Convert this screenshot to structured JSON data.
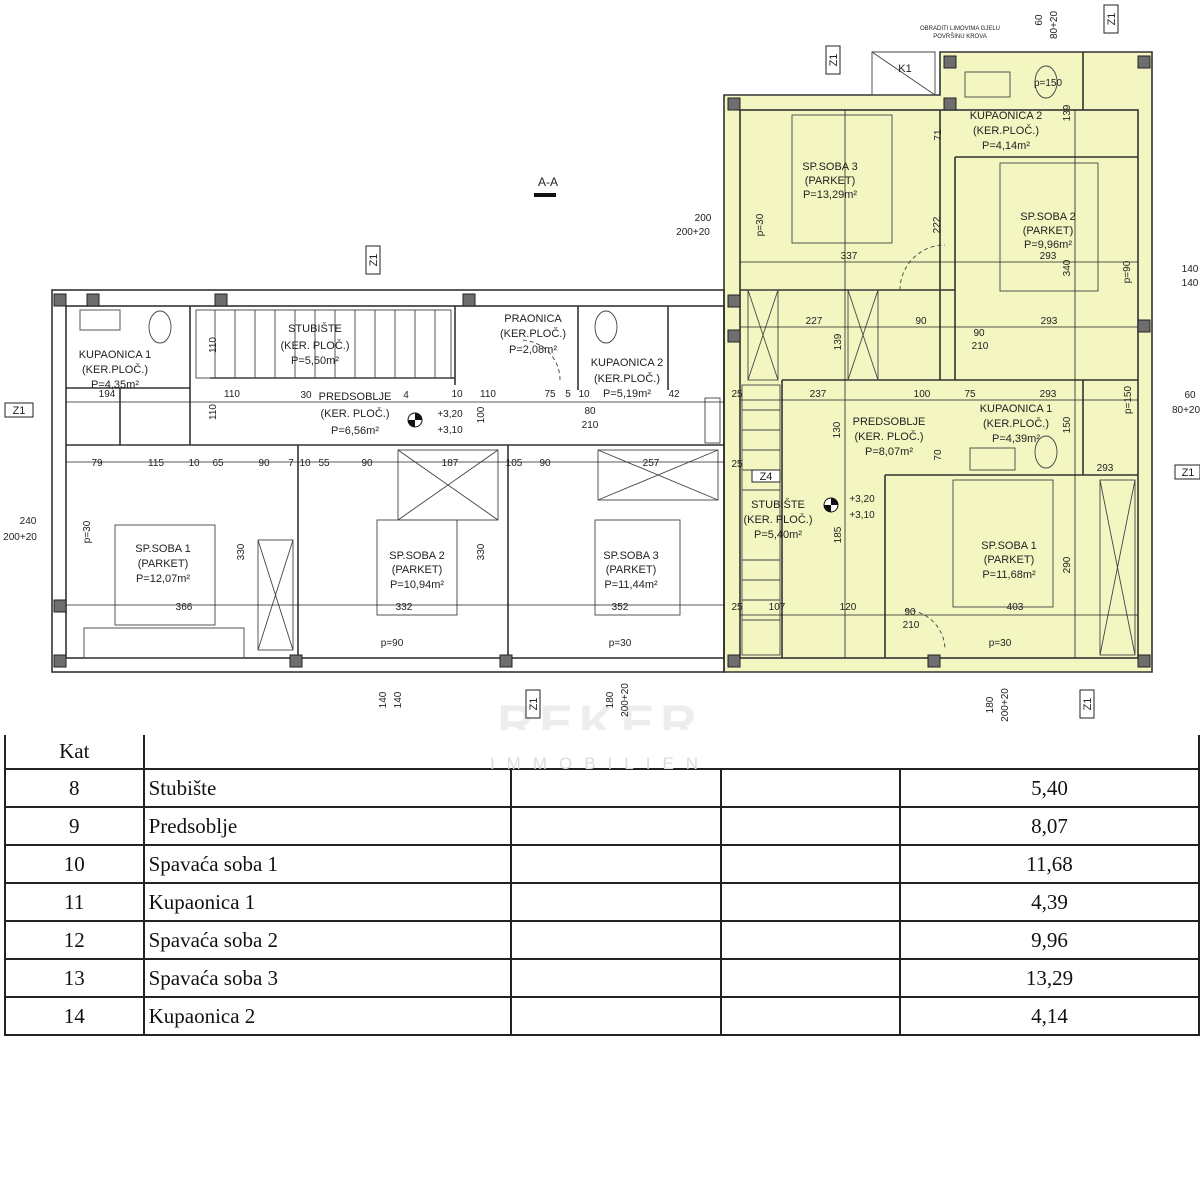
{
  "plan": {
    "section_marker": "A-A",
    "roof_note": [
      "OBRADITI LIMOVIMA GJELU",
      "POVRŠINU KROVA"
    ],
    "wall_tag_z1": "Z1",
    "wall_tag_z4": "Z4",
    "roof_tag": "K1",
    "elevation_top": "+3,20",
    "elevation_bottom": "+3,10",
    "left_unit": [
      {
        "name": "KUPAONICA 1",
        "floor": "(KER.PLOČ.)",
        "area": "P=4,35m²"
      },
      {
        "name": "STUBIŠTE",
        "floor": "(KER. PLOČ.)",
        "area": "P=5,50m²"
      },
      {
        "name": "PRAONICA",
        "floor": "(KER.PLOČ.)",
        "area": "P=2,08m²"
      },
      {
        "name": "KUPAONICA 2",
        "floor": "(KER.PLOČ.)",
        "area": "P=5,19m²"
      },
      {
        "name": "PREDSOBLJE",
        "floor": "(KER. PLOČ.)",
        "area": "P=6,56m²"
      },
      {
        "name": "SP.SOBA 1",
        "floor": "(PARKET)",
        "area": "P=12,07m²"
      },
      {
        "name": "SP.SOBA 2",
        "floor": "(PARKET)",
        "area": "P=10,94m²"
      },
      {
        "name": "SP.SOBA 3",
        "floor": "(PARKET)",
        "area": "P=11,44m²"
      }
    ],
    "right_unit": [
      {
        "name": "SP.SOBA 3",
        "floor": "(PARKET)",
        "area": "P=13,29m²"
      },
      {
        "name": "KUPAONICA 2",
        "floor": "(KER.PLOČ.)",
        "area": "P=4,14m²"
      },
      {
        "name": "SP.SOBA 2",
        "floor": "(PARKET)",
        "area": "P=9,96m²"
      },
      {
        "name": "PREDSOBLJE",
        "floor": "(KER. PLOČ.)",
        "area": "P=8,07m²"
      },
      {
        "name": "KUPAONICA 1",
        "floor": "(KER.PLOČ.)",
        "area": "P=4,39m²"
      },
      {
        "name": "STUBIŠTE",
        "floor": "(KER. PLOČ.)",
        "area": "P=5,40m²"
      },
      {
        "name": "SP.SOBA 1",
        "floor": "(PARKET)",
        "area": "P=11,68m²"
      }
    ],
    "dimensions": [
      "194",
      "110",
      "110",
      "110",
      "30",
      "4",
      "10",
      "110",
      "75",
      "5",
      "10",
      "42",
      "80",
      "210",
      "100",
      "79",
      "115",
      "10",
      "65",
      "90",
      "7",
      "10",
      "55",
      "90",
      "187",
      "105",
      "90",
      "257",
      "366",
      "332",
      "352",
      "330",
      "330",
      "p=30",
      "p=90",
      "p=30",
      "240",
      "200+20",
      "140",
      "140",
      "180",
      "200+20",
      "60",
      "80+20",
      "p=150",
      "139",
      "71",
      "293",
      "222",
      "337",
      "293",
      "340",
      "p=90",
      "p=30",
      "200",
      "200+20",
      "140",
      "140",
      "227",
      "139",
      "90",
      "90",
      "210",
      "293",
      "25",
      "237",
      "100",
      "75",
      "130",
      "70",
      "150",
      "293",
      "p=150",
      "60",
      "80+20",
      "25",
      "185",
      "25",
      "107",
      "120",
      "90",
      "210",
      "403",
      "290",
      "p=30",
      "180",
      "200+20"
    ]
  },
  "watermark": {
    "brand": "REKER",
    "sub": "IMMOBILIEN"
  },
  "table": {
    "header": {
      "col1": "Kat",
      "col2": ""
    },
    "rows": [
      {
        "num": "8",
        "name": "Stubište",
        "area": "5,40"
      },
      {
        "num": "9",
        "name": "Predsoblje",
        "area": "8,07"
      },
      {
        "num": "10",
        "name": "Spavaća soba 1",
        "area": "11,68"
      },
      {
        "num": "11",
        "name": "Kupaonica 1",
        "area": "4,39"
      },
      {
        "num": "12",
        "name": "Spavaća soba 2",
        "area": "9,96"
      },
      {
        "num": "13",
        "name": "Spavaća soba 3",
        "area": "13,29"
      },
      {
        "num": "14",
        "name": "Kupaonica 2",
        "area": "4,14"
      }
    ]
  },
  "colors": {
    "highlight": "#f4f6c2",
    "wall": "#333333"
  }
}
